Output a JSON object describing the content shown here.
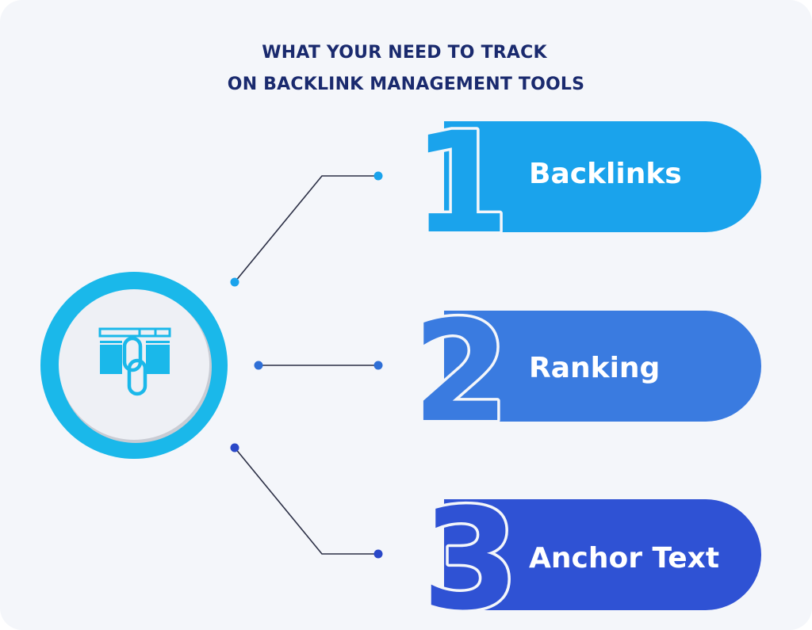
{
  "title": {
    "line1": "WHAT YOUR NEED TO TRACK",
    "line2": "ON BACKLINK MANAGEMENT TOOLS"
  },
  "hub": {
    "icon": "chain-link-icon",
    "ring_color": "#1ab8ea",
    "fill_color": "#eef0f5"
  },
  "steps": [
    {
      "number": "1",
      "label": "Backlinks",
      "color": "#1aa3ec",
      "dot_color": "#1aa3ec"
    },
    {
      "number": "2",
      "label": "Ranking",
      "color": "#3a7be0",
      "dot_color": "#2f6fd6"
    },
    {
      "number": "3",
      "label": "Anchor Text",
      "color": "#2f52d4",
      "dot_color": "#2a48c8"
    }
  ],
  "colors": {
    "background": "#f4f6fa",
    "title": "#1a2a6e",
    "connector": "#2b2f45",
    "icon": "#1ab8ea"
  }
}
